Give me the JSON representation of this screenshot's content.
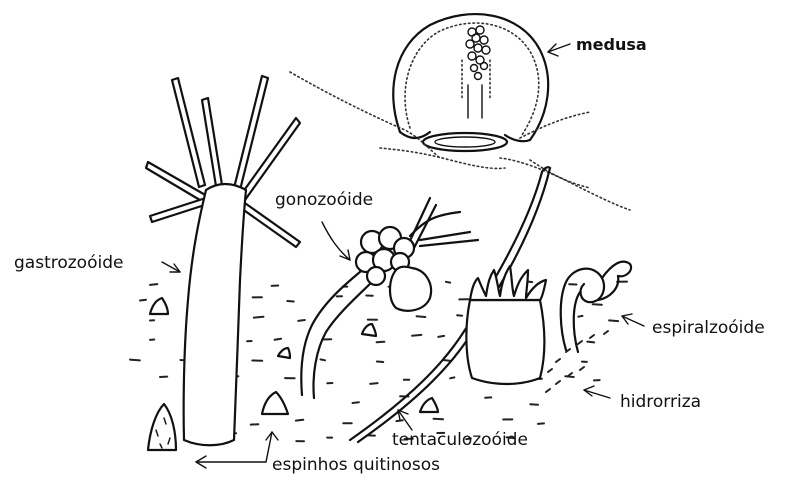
{
  "diagram": {
    "labels": {
      "medusa": "medusa",
      "gonozooide": "gonozoóide",
      "gastrozooide": "gastrozoóide",
      "espiralzooide": "espiralzoóide",
      "hidrorriza": "hidrorriza",
      "tentaculozooide": "tentaculozoóide",
      "espinhos": "espinhos quitinosos"
    }
  }
}
